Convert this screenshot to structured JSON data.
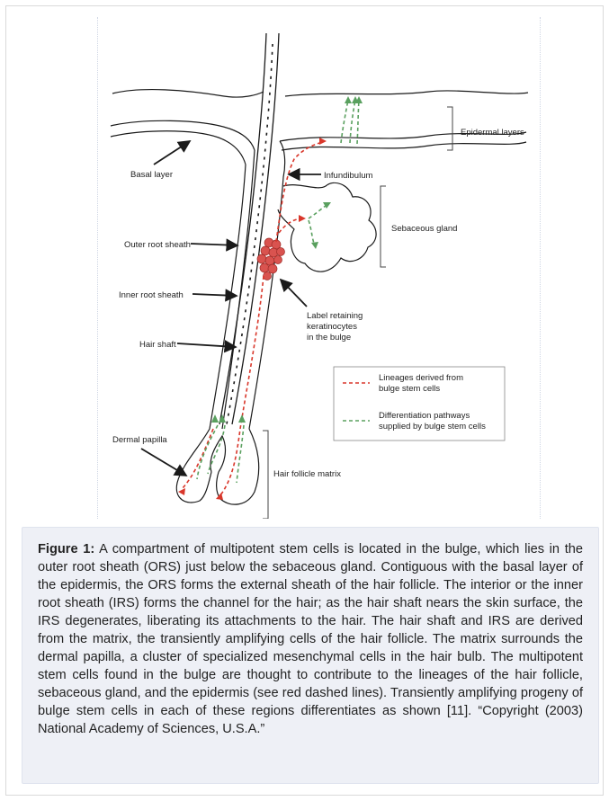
{
  "diagram": {
    "labels": {
      "epidermal_layers": "Epidermal layers",
      "basal_layer": "Basal layer",
      "infundibulum": "Infundibulum",
      "sebaceous_gland": "Sebaceous gland",
      "outer_root_sheath": "Outer root sheath",
      "inner_root_sheath": "Inner root sheath",
      "label_retaining_line1": "Label retaining",
      "label_retaining_line2": "keratinocytes",
      "label_retaining_line3": "in the bulge",
      "hair_shaft": "Hair shaft",
      "dermal_papilla": "Dermal papilla",
      "hair_follicle_matrix": "Hair follicle matrix"
    },
    "legend": {
      "red_line1": "Lineages derived from",
      "red_line2": "bulge stem cells",
      "green_line1": "Differentiation pathways",
      "green_line2": "supplied by bulge stem cells"
    },
    "colors": {
      "lineage_red": "#d9372b",
      "differentiation_green": "#5aa05f",
      "bulge_cells": "#d9534f",
      "outline": "#1a1a1a"
    }
  },
  "caption": {
    "label": "Figure 1:",
    "text": " A compartment of multipotent stem cells is located in the bulge, which lies in the outer root sheath (ORS) just below the sebaceous gland. Contiguous with the basal layer of the epidermis, the ORS forms the external sheath of the hair follicle. The interior or the inner root sheath (IRS) forms the channel for the hair; as the hair shaft nears the skin surface, the IRS degenerates, liberating its attachments to the hair. The hair shaft and IRS are derived from the matrix, the transiently amplifying cells of the hair follicle. The matrix surrounds the dermal papilla, a cluster of specialized mesenchymal cells in the hair bulb. The multipotent stem cells found in the bulge are thought to contribute to the lineages of the hair follicle, sebaceous gland, and the epidermis (see red dashed lines). Transiently amplifying progeny of bulge stem cells in each of these regions differentiates as shown [11]. “Copyright (2003) National Academy of Sciences, U.S.A.”"
  }
}
